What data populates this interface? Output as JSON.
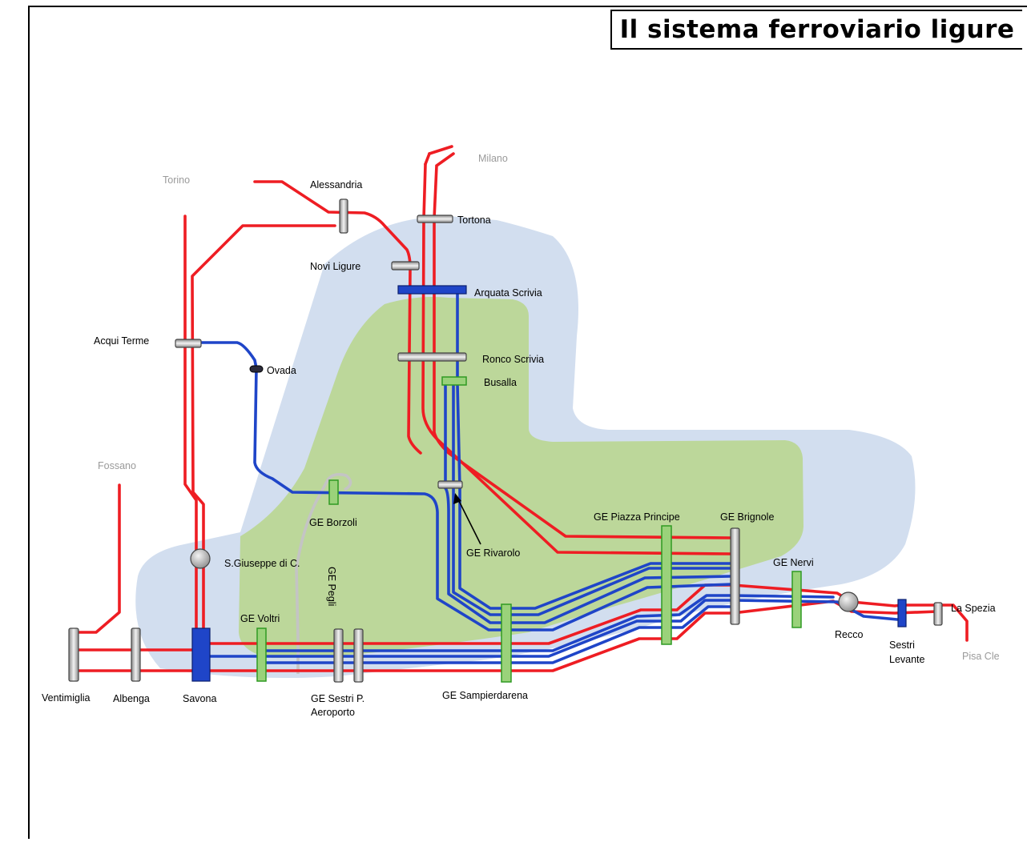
{
  "title": "Il sistema ferroviario ligure",
  "colors": {
    "red_lines": "#ee1d23",
    "blue_lines": "#1f45c8",
    "grey_line": "#c4c4c4",
    "outer_area": "#d2deef",
    "inner_area": "#bcd79a",
    "metro_station": "#9ad27a"
  },
  "destinations": {
    "torino": "Torino",
    "milano": "Milano",
    "fossano": "Fossano",
    "pisa": "Pisa Cle"
  },
  "stations": {
    "alessandria": "Alessandria",
    "tortona": "Tortona",
    "novi": "Novi Ligure",
    "arquata": "Arquata Scrivia",
    "ronco": "Ronco Scrivia",
    "busalla": "Busalla",
    "acqui": "Acqui Terme",
    "ovada": "Ovada",
    "borzoli": "GE Borzoli",
    "rivarolo": "GE Rivarolo",
    "principe": "GE Piazza Principe",
    "brignole": "GE Brignole",
    "nervi": "GE Nervi",
    "sgiuseppe": "S.Giuseppe di C.",
    "pegli": "GE Pegli",
    "voltri": "GE Voltri",
    "ventimiglia": "Ventimiglia",
    "albenga": "Albenga",
    "savona": "Savona",
    "sestri_p_1": "GE Sestri P.",
    "sestri_p_2": "Aeroporto",
    "sampierdarena": "GE Sampierdarena",
    "recco": "Recco",
    "sestri_l_1": "Sestri",
    "sestri_l_2": "Levante",
    "spezia": "La Spezia"
  }
}
